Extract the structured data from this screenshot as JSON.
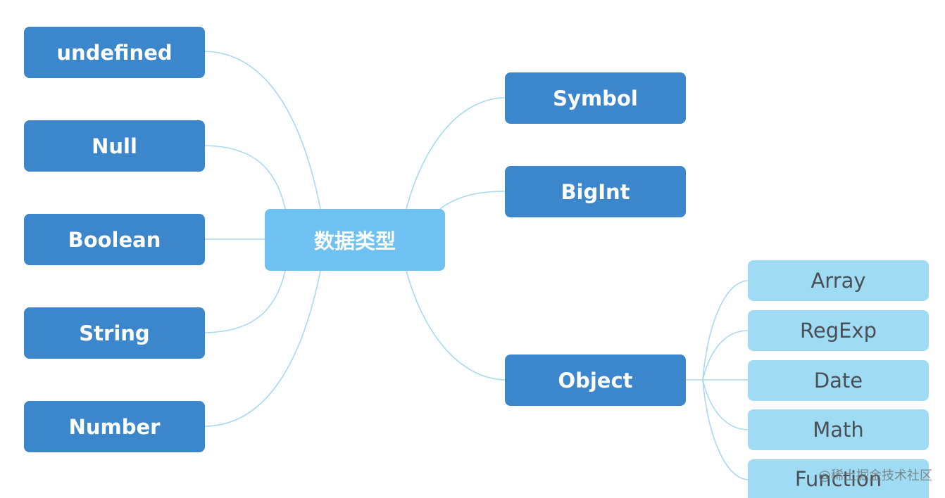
{
  "diagram": {
    "root": {
      "label": "数据类型"
    },
    "left_branches": [
      {
        "label": "undefined"
      },
      {
        "label": "Null"
      },
      {
        "label": "Boolean"
      },
      {
        "label": "String"
      },
      {
        "label": "Number"
      }
    ],
    "right_branches": [
      {
        "label": "Symbol"
      },
      {
        "label": "BigInt"
      },
      {
        "label": "Object",
        "children": [
          {
            "label": "Array"
          },
          {
            "label": "RegExp"
          },
          {
            "label": "Date"
          },
          {
            "label": "Math"
          },
          {
            "label": "Function"
          }
        ]
      }
    ]
  },
  "watermark": "@稀土掘金技术社区",
  "colors": {
    "primary_node": "#3c86cb",
    "root_node": "#6fc1f1",
    "secondary_node": "#9fdcf4",
    "connector": "#a9d9ef"
  }
}
